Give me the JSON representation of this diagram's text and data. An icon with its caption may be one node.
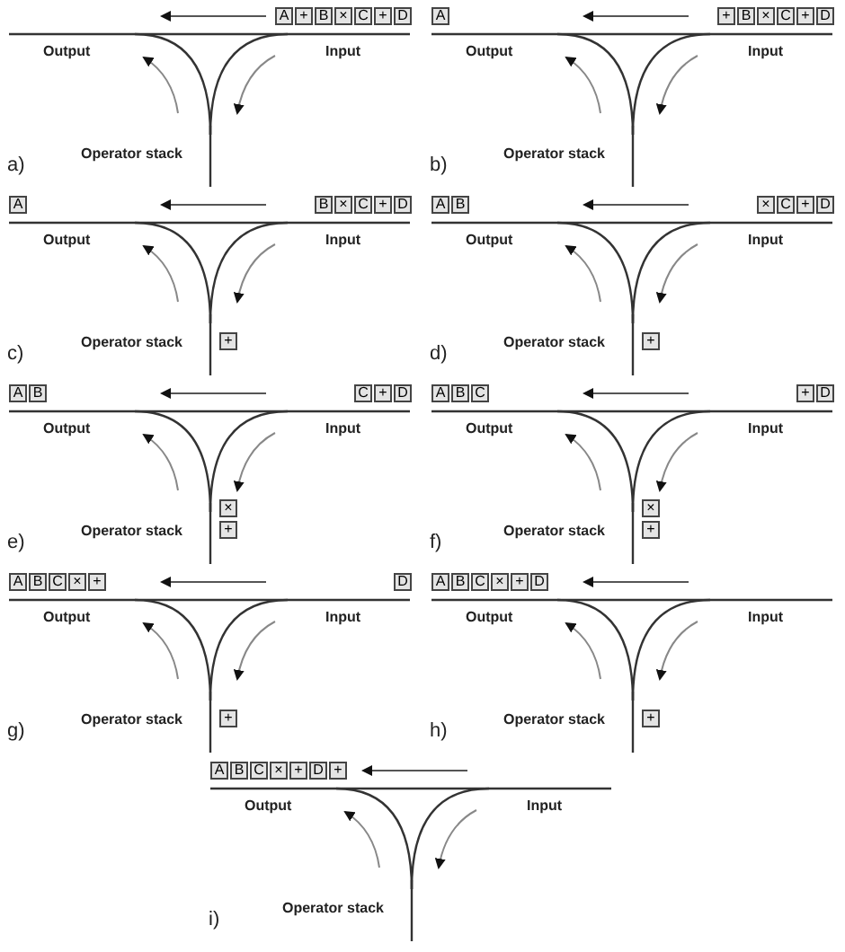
{
  "diagram": {
    "nodes": [
      {
        "text": [
          "A"
        ]
      },
      {
        "text": [
          "+"
        ]
      },
      {
        "text": [
          "B"
        ]
      },
      {
        "text": [
          "×"
        ]
      },
      {
        "text": [
          "C"
        ]
      },
      {
        "text": [
          "+"
        ]
      },
      {
        "text": [
          "D"
        ]
      },
      {
        "text": [
          "A"
        ]
      },
      {
        "text": [
          "+"
        ]
      },
      {
        "text": [
          "B"
        ]
      },
      {
        "text": [
          "×"
        ]
      },
      {
        "text": [
          "C"
        ]
      },
      {
        "text": [
          "+"
        ]
      },
      {
        "text": [
          "D"
        ]
      },
      {
        "text": [
          "A"
        ]
      },
      {
        "text": [
          "B"
        ]
      },
      {
        "text": [
          "×"
        ]
      },
      {
        "text": [
          "C"
        ]
      },
      {
        "text": [
          "+"
        ]
      },
      {
        "text": [
          "D"
        ]
      },
      {
        "text": [
          "+"
        ]
      },
      {
        "text": [
          "A"
        ]
      },
      {
        "text": [
          "B"
        ]
      },
      {
        "text": [
          "×"
        ]
      },
      {
        "text": [
          "C"
        ]
      },
      {
        "text": [
          "+"
        ]
      },
      {
        "text": [
          "D"
        ]
      },
      {
        "text": [
          "+"
        ]
      },
      {
        "text": [
          "A"
        ]
      },
      {
        "text": [
          "B"
        ]
      },
      {
        "text": [
          "C"
        ]
      },
      {
        "text": [
          "+"
        ]
      },
      {
        "text": [
          "D"
        ]
      },
      {
        "text": [
          "×"
        ]
      },
      {
        "text": [
          "+"
        ]
      },
      {
        "text": [
          "A"
        ]
      },
      {
        "text": [
          "B"
        ]
      },
      {
        "text": [
          "C"
        ]
      },
      {
        "text": [
          "+"
        ]
      },
      {
        "text": [
          "D"
        ]
      },
      {
        "text": [
          "×"
        ]
      },
      {
        "text": [
          "+"
        ]
      },
      {
        "text": [
          "A"
        ]
      },
      {
        "text": [
          "B"
        ]
      },
      {
        "text": [
          "C"
        ]
      },
      {
        "text": [
          "×"
        ]
      },
      {
        "text": [
          "+"
        ]
      },
      {
        "text": [
          "D"
        ]
      },
      {
        "text": [
          "+"
        ]
      },
      {
        "text": [
          "A"
        ]
      },
      {
        "text": [
          "B"
        ]
      },
      {
        "text": [
          "C"
        ]
      },
      {
        "text": [
          "×"
        ]
      },
      {
        "text": [
          "+"
        ]
      },
      {
        "text": [
          "D"
        ]
      },
      {
        "text": [
          "+"
        ]
      },
      {
        "text": [
          "A"
        ]
      },
      {
        "text": [
          "B"
        ]
      },
      {
        "text": [
          "C"
        ]
      },
      {
        "text": [
          "×"
        ]
      },
      {
        "text": [
          "+"
        ]
      },
      {
        "text": [
          "D"
        ]
      },
      {
        "text": [
          "+"
        ]
      }
    ],
    "labels": [
      "Output",
      "Input",
      "a)",
      "Operator stack",
      "Output",
      "Input",
      "b)",
      "Operator stack",
      "Output",
      "Input",
      "c)",
      "Operator stack",
      "Output",
      "Input",
      "d)",
      "Operator stack",
      "Output",
      "Input",
      "e)",
      "Operator stack",
      "Output",
      "Input",
      "f)",
      "Operator stack",
      "Output",
      "Input",
      "g)",
      "Operator stack",
      "Output",
      "Input",
      "h)",
      "Operator stack",
      "Output",
      "Input",
      "i)",
      "Operator stack"
    ]
  }
}
